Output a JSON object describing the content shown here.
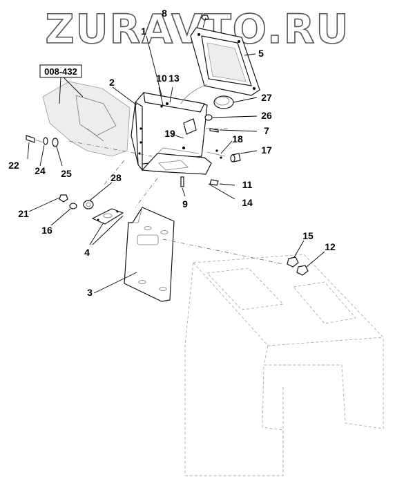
{
  "watermark": "ZURAVTO.RU",
  "reference_label": "008-432",
  "callouts": [
    "1",
    "2",
    "3",
    "4",
    "5",
    "7",
    "8",
    "9",
    "10",
    "11",
    "12",
    "13",
    "14",
    "15",
    "16",
    "17",
    "18",
    "19",
    "21",
    "22",
    "24",
    "25",
    "26",
    "27",
    "28"
  ]
}
